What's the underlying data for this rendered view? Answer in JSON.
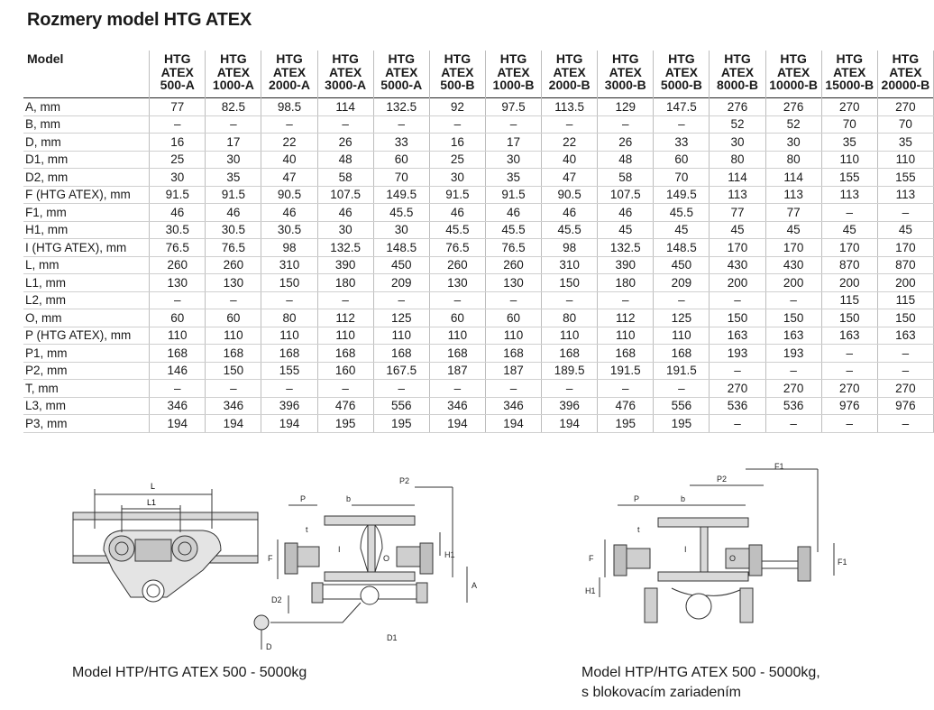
{
  "title": "Rozmery model HTG ATEX",
  "table": {
    "model_header": "Model",
    "columns": [
      [
        "HTG",
        "ATEX",
        "500-A"
      ],
      [
        "HTG",
        "ATEX",
        "1000-A"
      ],
      [
        "HTG",
        "ATEX",
        "2000-A"
      ],
      [
        "HTG",
        "ATEX",
        "3000-A"
      ],
      [
        "HTG",
        "ATEX",
        "5000-A"
      ],
      [
        "HTG",
        "ATEX",
        "500-B"
      ],
      [
        "HTG",
        "ATEX",
        "1000-B"
      ],
      [
        "HTG",
        "ATEX",
        "2000-B"
      ],
      [
        "HTG",
        "ATEX",
        "3000-B"
      ],
      [
        "HTG",
        "ATEX",
        "5000-B"
      ],
      [
        "HTG",
        "ATEX",
        "8000-B"
      ],
      [
        "HTG",
        "ATEX",
        "10000-B"
      ],
      [
        "HTG",
        "ATEX",
        "15000-B"
      ],
      [
        "HTG",
        "ATEX",
        "20000-B"
      ]
    ],
    "rows": [
      {
        "label": "A, mm",
        "values": [
          "77",
          "82.5",
          "98.5",
          "114",
          "132.5",
          "92",
          "97.5",
          "113.5",
          "129",
          "147.5",
          "276",
          "276",
          "270",
          "270"
        ]
      },
      {
        "label": "B, mm",
        "values": [
          "–",
          "–",
          "–",
          "–",
          "–",
          "–",
          "–",
          "–",
          "–",
          "–",
          "52",
          "52",
          "70",
          "70"
        ]
      },
      {
        "label": "D, mm",
        "values": [
          "16",
          "17",
          "22",
          "26",
          "33",
          "16",
          "17",
          "22",
          "26",
          "33",
          "30",
          "30",
          "35",
          "35"
        ]
      },
      {
        "label": "D1, mm",
        "values": [
          "25",
          "30",
          "40",
          "48",
          "60",
          "25",
          "30",
          "40",
          "48",
          "60",
          "80",
          "80",
          "110",
          "110"
        ]
      },
      {
        "label": "D2, mm",
        "values": [
          "30",
          "35",
          "47",
          "58",
          "70",
          "30",
          "35",
          "47",
          "58",
          "70",
          "114",
          "114",
          "155",
          "155"
        ]
      },
      {
        "label": "F (HTG ATEX), mm",
        "values": [
          "91.5",
          "91.5",
          "90.5",
          "107.5",
          "149.5",
          "91.5",
          "91.5",
          "90.5",
          "107.5",
          "149.5",
          "113",
          "113",
          "113",
          "113"
        ]
      },
      {
        "label": "F1, mm",
        "values": [
          "46",
          "46",
          "46",
          "46",
          "45.5",
          "46",
          "46",
          "46",
          "46",
          "45.5",
          "77",
          "77",
          "–",
          "–"
        ]
      },
      {
        "label": "H1, mm",
        "values": [
          "30.5",
          "30.5",
          "30.5",
          "30",
          "30",
          "45.5",
          "45.5",
          "45.5",
          "45",
          "45",
          "45",
          "45",
          "45",
          "45"
        ]
      },
      {
        "label": "I (HTG ATEX), mm",
        "values": [
          "76.5",
          "76.5",
          "98",
          "132.5",
          "148.5",
          "76.5",
          "76.5",
          "98",
          "132.5",
          "148.5",
          "170",
          "170",
          "170",
          "170"
        ]
      },
      {
        "label": "L, mm",
        "values": [
          "260",
          "260",
          "310",
          "390",
          "450",
          "260",
          "260",
          "310",
          "390",
          "450",
          "430",
          "430",
          "870",
          "870"
        ]
      },
      {
        "label": "L1, mm",
        "values": [
          "130",
          "130",
          "150",
          "180",
          "209",
          "130",
          "130",
          "150",
          "180",
          "209",
          "200",
          "200",
          "200",
          "200"
        ]
      },
      {
        "label": "L2, mm",
        "values": [
          "–",
          "–",
          "–",
          "–",
          "–",
          "–",
          "–",
          "–",
          "–",
          "–",
          "–",
          "–",
          "115",
          "115"
        ]
      },
      {
        "label": "O, mm",
        "values": [
          "60",
          "60",
          "80",
          "112",
          "125",
          "60",
          "60",
          "80",
          "112",
          "125",
          "150",
          "150",
          "150",
          "150"
        ]
      },
      {
        "label": "P (HTG ATEX), mm",
        "values": [
          "110",
          "110",
          "110",
          "110",
          "110",
          "110",
          "110",
          "110",
          "110",
          "110",
          "163",
          "163",
          "163",
          "163"
        ]
      },
      {
        "label": "P1, mm",
        "values": [
          "168",
          "168",
          "168",
          "168",
          "168",
          "168",
          "168",
          "168",
          "168",
          "168",
          "193",
          "193",
          "–",
          "–"
        ]
      },
      {
        "label": "P2, mm",
        "values": [
          "146",
          "150",
          "155",
          "160",
          "167.5",
          "187",
          "187",
          "189.5",
          "191.5",
          "191.5",
          "–",
          "–",
          "–",
          "–"
        ]
      },
      {
        "label": "T, mm",
        "values": [
          "–",
          "–",
          "–",
          "–",
          "–",
          "–",
          "–",
          "–",
          "–",
          "–",
          "270",
          "270",
          "270",
          "270"
        ]
      },
      {
        "label": "L3, mm",
        "values": [
          "346",
          "346",
          "396",
          "476",
          "556",
          "346",
          "346",
          "396",
          "476",
          "556",
          "536",
          "536",
          "976",
          "976"
        ]
      },
      {
        "label": "P3, mm",
        "values": [
          "194",
          "194",
          "194",
          "195",
          "195",
          "194",
          "194",
          "194",
          "195",
          "195",
          "–",
          "–",
          "–",
          "–"
        ]
      }
    ]
  },
  "drawings": {
    "left": {
      "dims": {
        "L": "L",
        "L1": "L1",
        "P": "P",
        "b": "b",
        "P2": "P2",
        "t": "t",
        "F": "F",
        "I": "I",
        "O": "O",
        "H1": "H1",
        "A": "A",
        "D2": "D2",
        "D": "D",
        "D1": "D1"
      }
    },
    "right": {
      "dims": {
        "P": "P",
        "b": "b",
        "P2": "P2",
        "F1_top": "F1",
        "t": "t",
        "F": "F",
        "I": "I",
        "O": "O",
        "H1": "H1",
        "F1": "F1"
      }
    }
  },
  "captions": {
    "left": "Model HTP/HTG ATEX 500 - 5000kg",
    "right_line1": "Model HTP/HTG ATEX 500 - 5000kg,",
    "right_line2": "s blokovacím zariadením"
  }
}
